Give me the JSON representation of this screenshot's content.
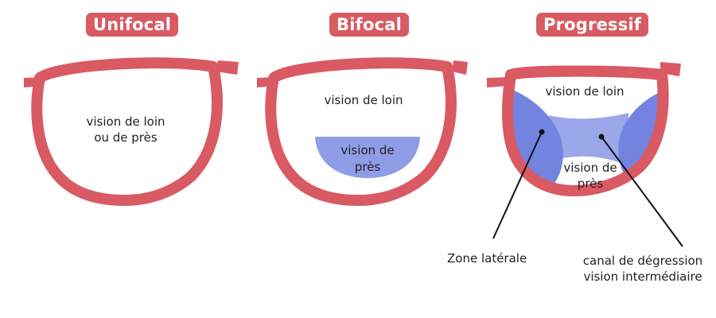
{
  "colors": {
    "frame": "#d95a63",
    "near_zone": "#8f9ce6",
    "lateral_zone": "#7384e0",
    "corridor": "#9aa8ea",
    "text": "#222222",
    "badge_text": "#ffffff"
  },
  "lenses": [
    {
      "title": "Unifocal",
      "labels": {
        "line1": "vision de loin",
        "line2": "ou de près"
      }
    },
    {
      "title": "Bifocal",
      "labels": {
        "far": "vision de loin",
        "near_line1": "vision de",
        "near_line2": "près"
      }
    },
    {
      "title": "Progressif",
      "labels": {
        "far": "vision de loin",
        "near_line1": "vision de",
        "near_line2": "près"
      },
      "callouts": {
        "lateral": "Zone latérale",
        "channel_line1": "canal de dégression",
        "channel_line2": "vision intermédiaire"
      }
    }
  ]
}
